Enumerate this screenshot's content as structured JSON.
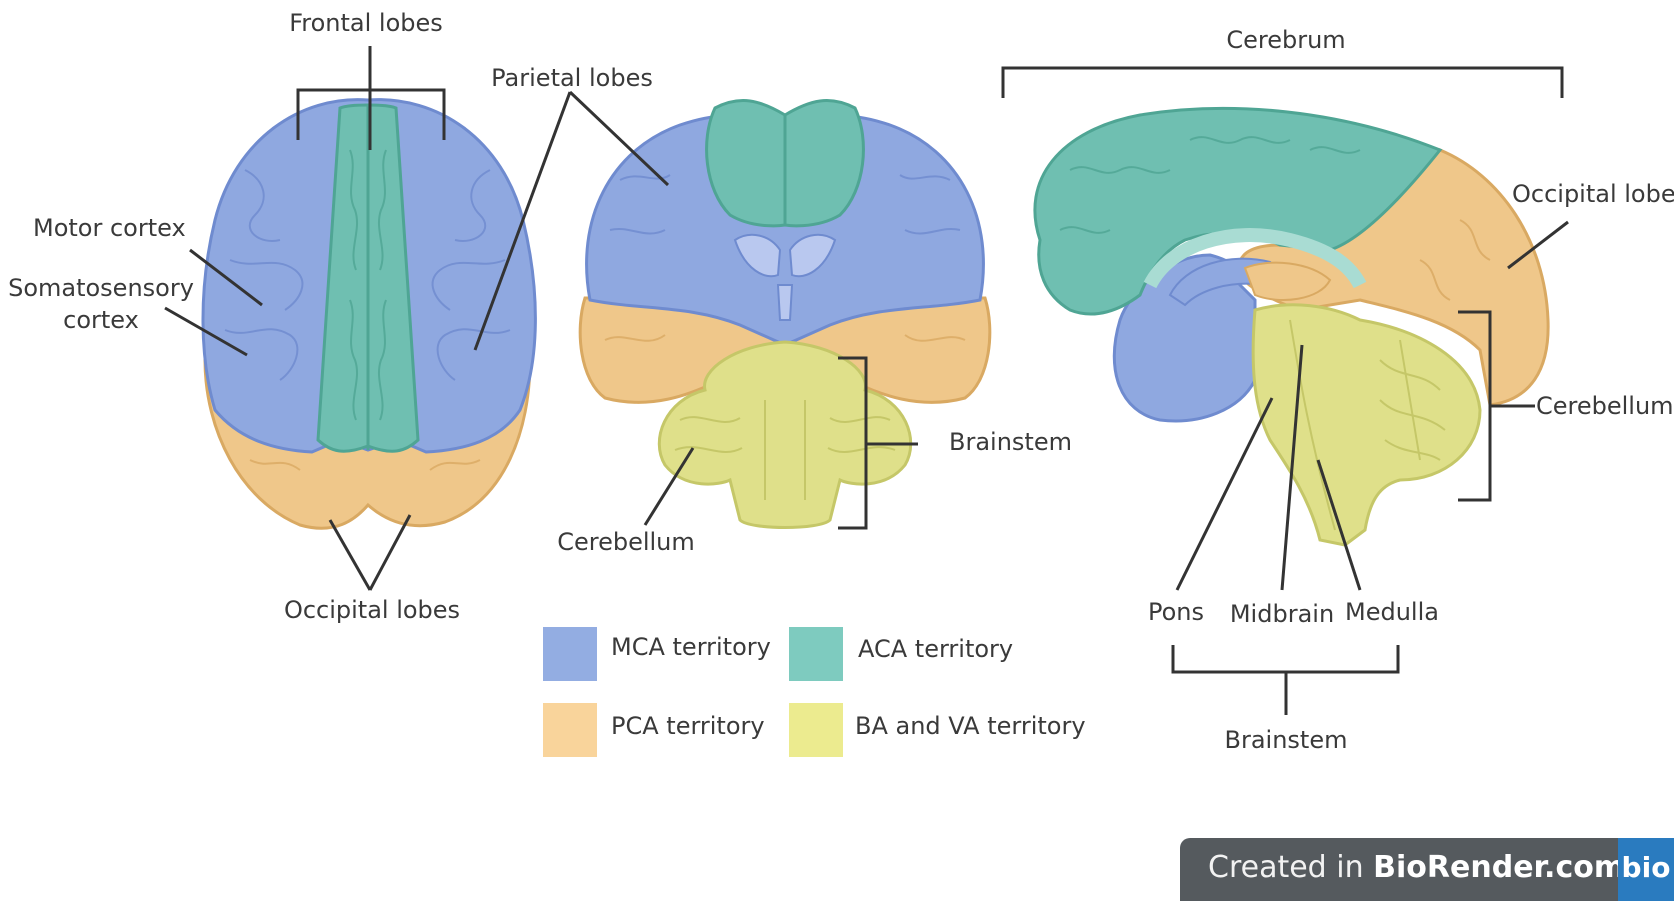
{
  "labels": {
    "frontal_lobes": "Frontal lobes",
    "parietal_lobes": "Parietal lobes",
    "motor_cortex": "Motor cortex",
    "somatosensory_line1": "Somatosensory",
    "somatosensory_line2": "cortex",
    "occipital_lobes": "Occipital lobes",
    "cerebellum_coronal": "Cerebellum",
    "brainstem_coronal": "Brainstem",
    "cerebrum": "Cerebrum",
    "occipital_lobe": "Occipital lobe",
    "cerebellum_sagittal": "Cerebellum",
    "pons": "Pons",
    "midbrain": "Midbrain",
    "medulla": "Medulla",
    "brainstem_sagittal": "Brainstem"
  },
  "legend": [
    {
      "label": "MCA territory",
      "color": "#93ade2"
    },
    {
      "label": "ACA territory",
      "color": "#7ecbbf"
    },
    {
      "label": "PCA territory",
      "color": "#f9d49b"
    },
    {
      "label": "BA and VA territory",
      "color": "#eceb8f"
    }
  ],
  "colors": {
    "mca": "#8fa8e0",
    "mca_dark": "#6f8bcf",
    "aca": "#6fbfb1",
    "aca_dark": "#4fa594",
    "pca": "#efc78a",
    "pca_dark": "#d9a962",
    "ba_va": "#dfe08a",
    "ba_va_dark": "#c5c768",
    "line": "#333333"
  },
  "watermark": {
    "prefix": "Created in ",
    "brand": "BioRender.com",
    "logo": "bio"
  }
}
